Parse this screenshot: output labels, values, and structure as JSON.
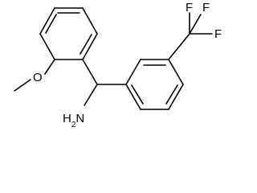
{
  "molecule": {
    "labels": {
      "methoxy_oxygen": "O",
      "amine": "H2N",
      "fluorine_top_left": "F",
      "fluorine_top_right": "F",
      "fluorine_right": "F"
    },
    "colors": {
      "bond": "#000000",
      "label": "#000000",
      "background": "#ffffff"
    }
  }
}
